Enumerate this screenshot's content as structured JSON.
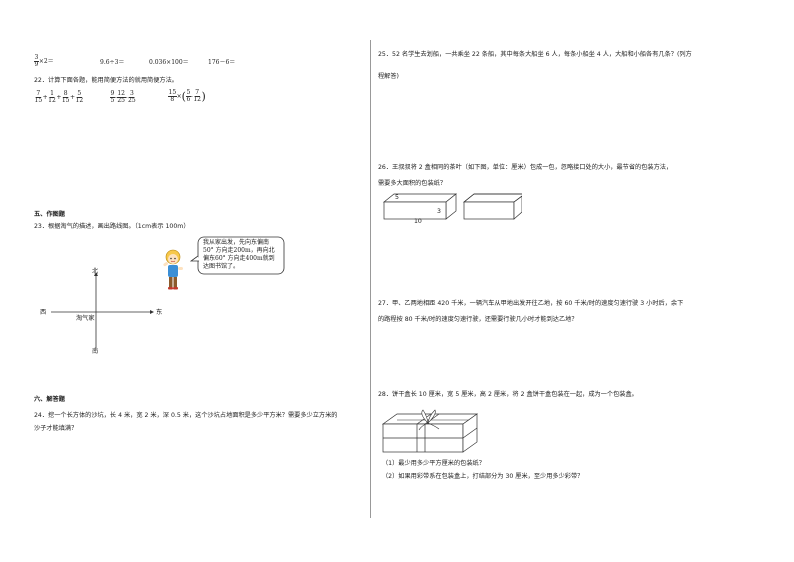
{
  "left": {
    "q21_row": {
      "item1": {
        "num": "3",
        "den": "9",
        "rest": "×2＝"
      },
      "item2": "9.6÷3＝",
      "item3": "0.036×100＝",
      "item4": "176－6＝"
    },
    "q22": {
      "text": "22．计算下面各题，能用简便方法的就用简便方法。",
      "e1": {
        "a_n": "7",
        "a_d": "15",
        "op1": "+",
        "b_n": "1",
        "b_d": "12",
        "op2": "+",
        "c_n": "8",
        "c_d": "15",
        "op3": "+",
        "d_n": "5",
        "d_d": "12"
      },
      "e2": {
        "a_n": "9",
        "a_d": "5",
        "op1": "-",
        "b_n": "12",
        "b_d": "25",
        "op2": "-",
        "c_n": "3",
        "c_d": "25"
      },
      "e3": {
        "a_n": "15",
        "a_d": "8",
        "op1": "×",
        "b_n": "5",
        "b_d": "6",
        "op2": "-",
        "c_n": "7",
        "c_d": "12"
      }
    },
    "section5": "五、作图题",
    "q23": "23．根据淘气的描述，画出路线图。（1cm表示 100m）",
    "speech_lines": [
      "我从家出发，先向东偏南",
      "50° 方向走200m，再向北",
      "偏东60° 方向走400m就到",
      "达图书馆了。"
    ],
    "compass": {
      "north": "北",
      "south": "南",
      "east": "东",
      "west": "西",
      "home": "淘气家"
    },
    "section6": "六、解答题",
    "q24_lines": [
      "24．挖一个长方体的沙坑，长 4 米，宽 2 米，深 0.5 米，这个沙坑占地面积是多少平方米？需要多少立方米的",
      "沙子才能填满？"
    ]
  },
  "right": {
    "q25_lines": [
      "25．52 名学生去划船，一共乘坐 22 条船，其中每条大船坐 6 人，每条小船坐 4 人，大船和小船各有几条？(列方",
      "程解答)"
    ],
    "q26_lines": [
      "26．王叔叔将 2 盒相同的茶叶（如下图，单位：厘米）包成一包，忽略接口处的大小，最节省的包装方法，",
      "需要多大面积的包装纸？"
    ],
    "box_labels": {
      "height": "5",
      "width": "3",
      "length": "10"
    },
    "q27_lines": [
      "27．甲、乙两地相距 420 千米，一辆汽车从甲地出发开往乙地，按 60 千米/时的速度匀速行驶 3 小时后，余下",
      "的路程按 80 千米/时的速度匀速行驶，还需要行驶几小时才能到达乙地？"
    ],
    "q28": "28．饼干盒长 10 厘米，宽 5 厘米，高 2 厘米，将 2 盒饼干盒包装在一起，成为一个包装盒。",
    "q28_sub1": "（1）最少用多少平方厘米的包装纸？",
    "q28_sub2": "（2）如果用彩带系在包装盒上，打结部分为 30 厘米，至少用多少彩带？"
  }
}
